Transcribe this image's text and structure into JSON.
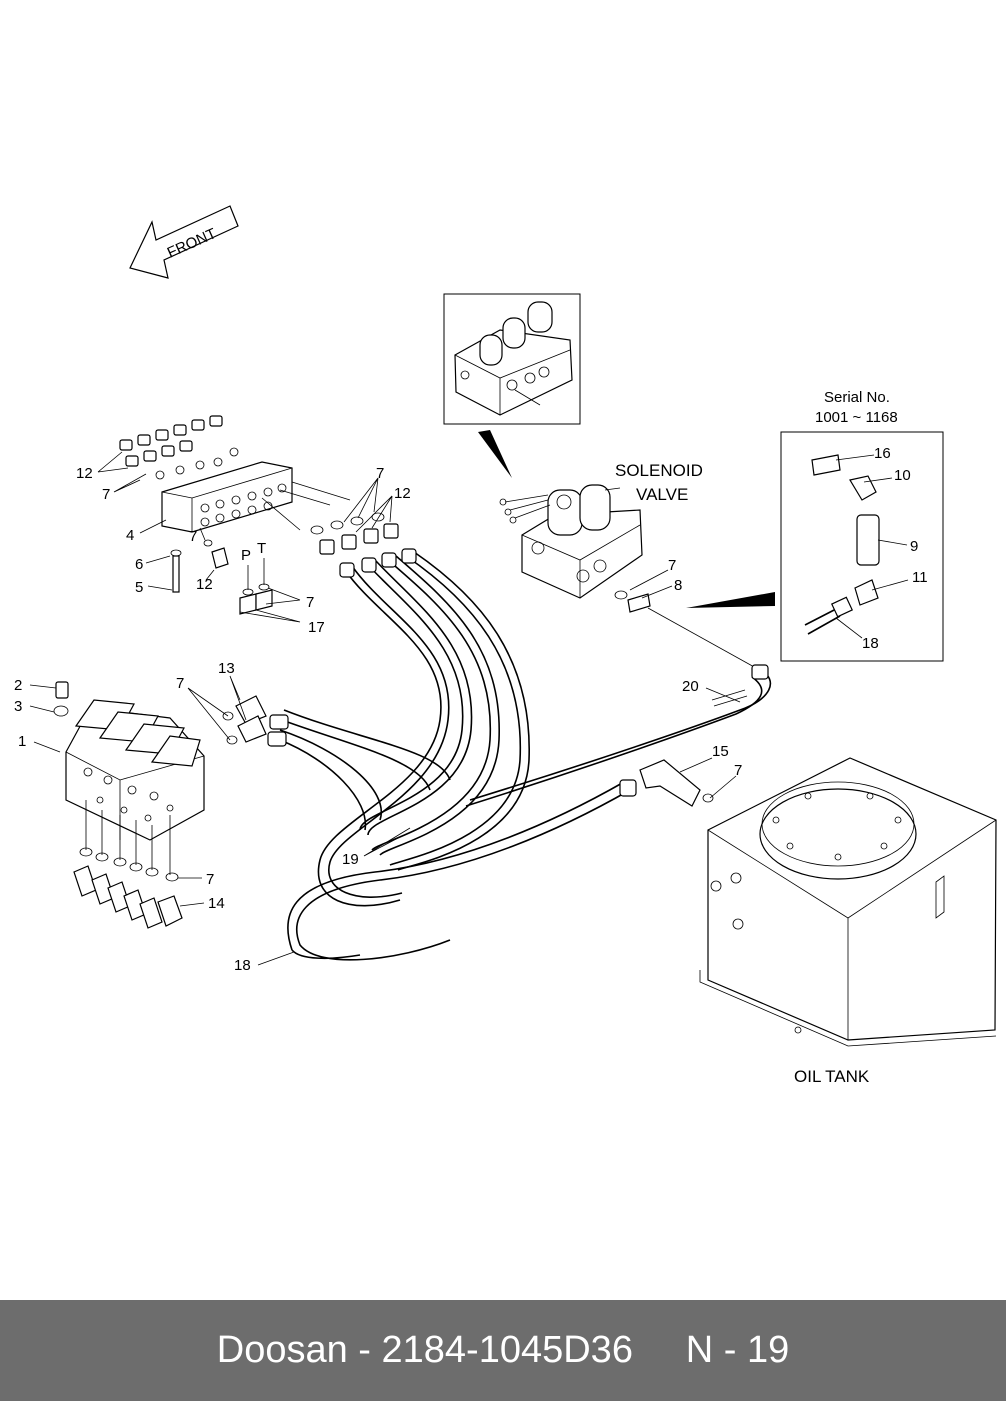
{
  "diagram": {
    "front_label": "FRONT",
    "solenoid_label_line1": "SOLENOID",
    "solenoid_label_line2": "VALVE",
    "oil_tank_label": "OIL TANK",
    "serial_line1": "Serial No.",
    "serial_line2": "1001 ~ 1168",
    "port_p": "P",
    "port_t": "T",
    "callouts": [
      {
        "id": "c12a",
        "text": "12"
      },
      {
        "id": "c7a",
        "text": "7"
      },
      {
        "id": "c4",
        "text": "4"
      },
      {
        "id": "c6",
        "text": "6"
      },
      {
        "id": "c5",
        "text": "5"
      },
      {
        "id": "c7b",
        "text": "7"
      },
      {
        "id": "c12b",
        "text": "12"
      },
      {
        "id": "c7c",
        "text": "7"
      },
      {
        "id": "c17",
        "text": "17"
      },
      {
        "id": "c7d",
        "text": "7"
      },
      {
        "id": "c12c",
        "text": "12"
      },
      {
        "id": "c7e",
        "text": "7"
      },
      {
        "id": "c8",
        "text": "8"
      },
      {
        "id": "c16",
        "text": "16"
      },
      {
        "id": "c10",
        "text": "10"
      },
      {
        "id": "c9",
        "text": "9"
      },
      {
        "id": "c11",
        "text": "11"
      },
      {
        "id": "c18a",
        "text": "18"
      },
      {
        "id": "c2",
        "text": "2"
      },
      {
        "id": "c3",
        "text": "3"
      },
      {
        "id": "c1",
        "text": "1"
      },
      {
        "id": "c7f",
        "text": "7"
      },
      {
        "id": "c13",
        "text": "13"
      },
      {
        "id": "c20",
        "text": "20"
      },
      {
        "id": "c15",
        "text": "15"
      },
      {
        "id": "c7g",
        "text": "7"
      },
      {
        "id": "c19",
        "text": "19"
      },
      {
        "id": "c7h",
        "text": "7"
      },
      {
        "id": "c14",
        "text": "14"
      },
      {
        "id": "c18b",
        "text": "18"
      }
    ]
  },
  "footer": {
    "brand": "Doosan",
    "separator": " - ",
    "part_number": "2184-1045D36",
    "page_ref": "N - 19"
  }
}
